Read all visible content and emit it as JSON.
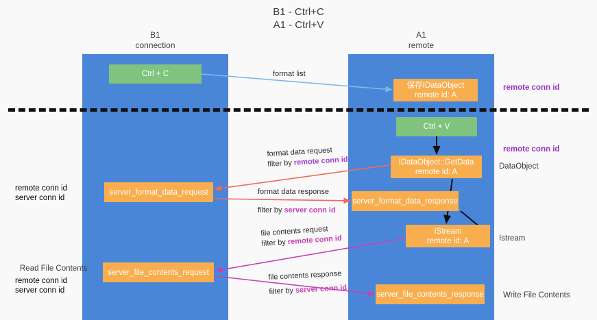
{
  "title": {
    "line1": "B1 - Ctrl+C",
    "line2": "A1 - Ctrl+V"
  },
  "lanes": [
    {
      "id": "b1",
      "name": "B1",
      "role": "connection",
      "color": "#4a86d8"
    },
    {
      "id": "a1",
      "name": "A1",
      "role": "remote",
      "color": "#4a86d8"
    }
  ],
  "colors": {
    "lane": "#4a86d8",
    "green_node": "#7fc37f",
    "orange_node": "#f8ad4e",
    "remote_conn_id": "#9a34c4",
    "server_conn_id": "#59a869",
    "format_list_arrow": "#7fb8e8",
    "format_data_arrow": "#ef6a5a",
    "file_contents_arrow": "#c740b8",
    "divider": "#111111"
  },
  "nodes": {
    "ctrl_c": {
      "label": "Ctrl + C",
      "style": "green"
    },
    "save_idataobject": {
      "line1": "保存IDataObject",
      "line2": "remote id: A",
      "style": "orange"
    },
    "ctrl_v": {
      "label": "Ctrl + V",
      "style": "green"
    },
    "getdata": {
      "line1": "IDataObject::GetData",
      "line2": "remote id: A",
      "style": "orange"
    },
    "server_format_data_request": {
      "label": "server_format_data_request",
      "style": "orange"
    },
    "server_format_data_response": {
      "label": "server_format_data_response",
      "style": "orange"
    },
    "istream": {
      "line1": "IStream",
      "line2": "remote id: A",
      "style": "orange"
    },
    "server_file_contents_request": {
      "label": "server_file_contents_request",
      "style": "orange"
    },
    "server_file_contents_response": {
      "label": "server_file_contents_response",
      "style": "orange"
    }
  },
  "annotations": {
    "remote_conn_id_top": "remote conn id",
    "remote_conn_id_mid": "remote conn id",
    "dataobject": "DataObject",
    "istream": "Istream",
    "write_file_contents": "Write File Contents",
    "read_file_contents": "Read File Contents",
    "left_remote_conn_id_mid": "remote conn id",
    "left_server_conn_id_mid": "server conn id",
    "left_remote_conn_id_low": "remote conn id",
    "left_server_conn_id_low": "server conn id"
  },
  "edges": {
    "format_list": {
      "label": "format list"
    },
    "format_data_request": {
      "line1": "format data request",
      "prefix": "filter by ",
      "keyword": "remote conn id"
    },
    "format_data_response": {
      "line1": "format data response",
      "prefix": "filter by ",
      "keyword": "server conn id"
    },
    "file_contents_request": {
      "line1": "file contents request",
      "prefix": "filter by ",
      "keyword": "remote conn id"
    },
    "file_contents_response": {
      "line1": "file contents response",
      "prefix": "filter by ",
      "keyword": "server conn id"
    }
  }
}
